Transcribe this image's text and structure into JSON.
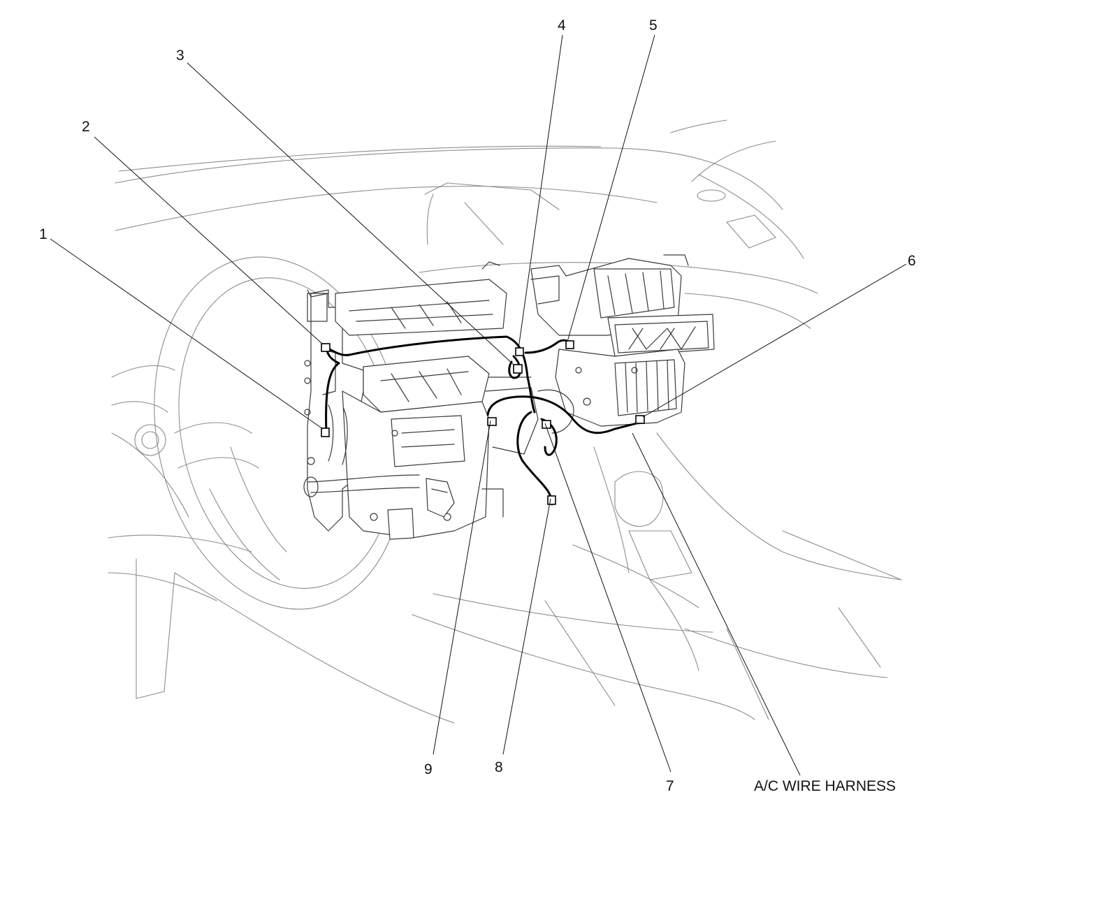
{
  "callouts": [
    {
      "id": "1",
      "label": "1"
    },
    {
      "id": "2",
      "label": "2"
    },
    {
      "id": "3",
      "label": "3"
    },
    {
      "id": "4",
      "label": "4"
    },
    {
      "id": "5",
      "label": "5"
    },
    {
      "id": "6",
      "label": "6"
    },
    {
      "id": "7",
      "label": "7"
    },
    {
      "id": "8",
      "label": "8"
    },
    {
      "id": "9",
      "label": "9"
    }
  ],
  "harness_label": "A/C WIRE HARNESS"
}
